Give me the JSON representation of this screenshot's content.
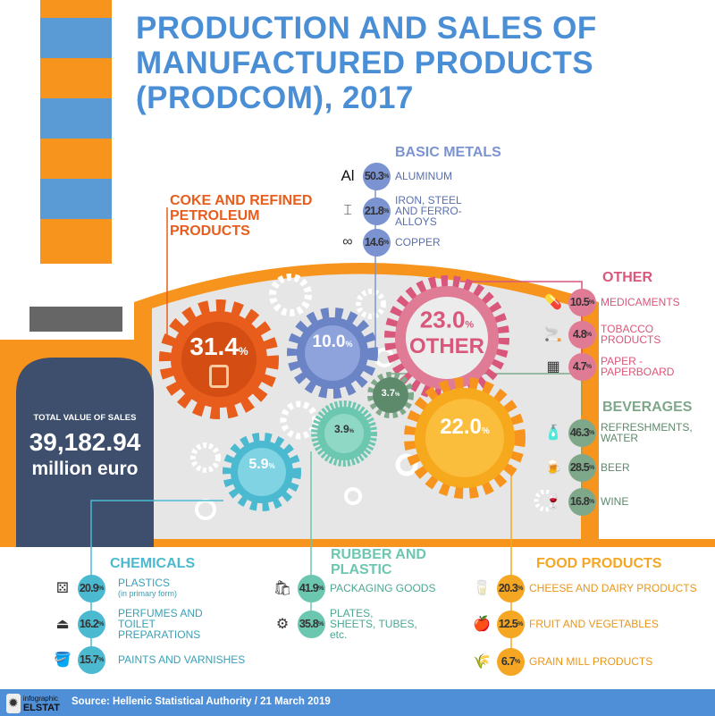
{
  "title": [
    "PRODUCTION AND SALES OF",
    "MANUFACTURED PRODUCTS",
    "(PRODCOM), 2017"
  ],
  "total": {
    "label": "TOTAL VALUE OF SALES",
    "value": "39,182.94",
    "unit": "million euro"
  },
  "colors": {
    "orange": "#f7941d",
    "navy": "#3e4f6e",
    "coke": "#e85d1c",
    "metals": "#7b93d1",
    "other": "#d9577a",
    "beverages": "#7fa88a",
    "chemicals": "#4bbad0",
    "rubber": "#6cc7b0",
    "food": "#f5a623"
  },
  "gears": {
    "coke": "31.4",
    "metals": "10.0",
    "other": "23.0",
    "other_label": "OTHER",
    "beverages": "3.7",
    "rubber": "3.9",
    "food": "22.0",
    "chemicals": "5.9",
    "pct": "%"
  },
  "sections": {
    "coke": {
      "title": "COKE AND REFINED PETROLEUM PRODUCTS"
    },
    "metals": {
      "title": "BASIC METALS",
      "items": [
        {
          "icon": "Al",
          "value": "50.3",
          "label": "ALUMINUM"
        },
        {
          "icon": "anvil-icon",
          "value": "21.8",
          "label": "IRON, STEEL AND FERRO-ALLOYS"
        },
        {
          "icon": "copper-icon",
          "value": "14.6",
          "label": "COPPER"
        }
      ]
    },
    "other": {
      "title": "OTHER",
      "items": [
        {
          "value": "10.5",
          "label": "MEDICAMENTS"
        },
        {
          "value": "4.8",
          "label": "TOBACCO PRODUCTS"
        },
        {
          "value": "4.7",
          "label": "PAPER - PAPERBOARD"
        }
      ]
    },
    "beverages": {
      "title": "BEVERAGES",
      "items": [
        {
          "value": "46.3",
          "label": "REFRESHMENTS, WATER"
        },
        {
          "value": "28.5",
          "label": "BEER"
        },
        {
          "value": "16.8",
          "label": "WINE"
        }
      ]
    },
    "chemicals": {
      "title": "CHEMICALS",
      "items": [
        {
          "value": "20.9",
          "label": "PLASTICS",
          "sub": "(in primary form)"
        },
        {
          "value": "16.2",
          "label": "PERFUMES AND TOILET PREPARATIONS"
        },
        {
          "value": "15.7",
          "label": "PAINTS AND VARNISHES"
        }
      ]
    },
    "rubber": {
      "title": "RUBBER AND PLASTIC",
      "items": [
        {
          "value": "41.9",
          "label": "PACKAGING GOODS"
        },
        {
          "value": "35.8",
          "label": "PLATES, SHEETS, TUBES, etc."
        }
      ]
    },
    "food": {
      "title": "FOOD PRODUCTS",
      "items": [
        {
          "value": "20.3",
          "label": "CHEESE AND DAIRY PRODUCTS"
        },
        {
          "value": "12.5",
          "label": "FRUIT AND VEGETABLES"
        },
        {
          "value": "6.7",
          "label": "GRAIN MILL PRODUCTS"
        }
      ]
    }
  },
  "footer": {
    "logo_top": "infographic",
    "logo_bottom": "ELSTAT",
    "source": "Source: Hellenic Statistical Authority / 21 March 2019"
  }
}
